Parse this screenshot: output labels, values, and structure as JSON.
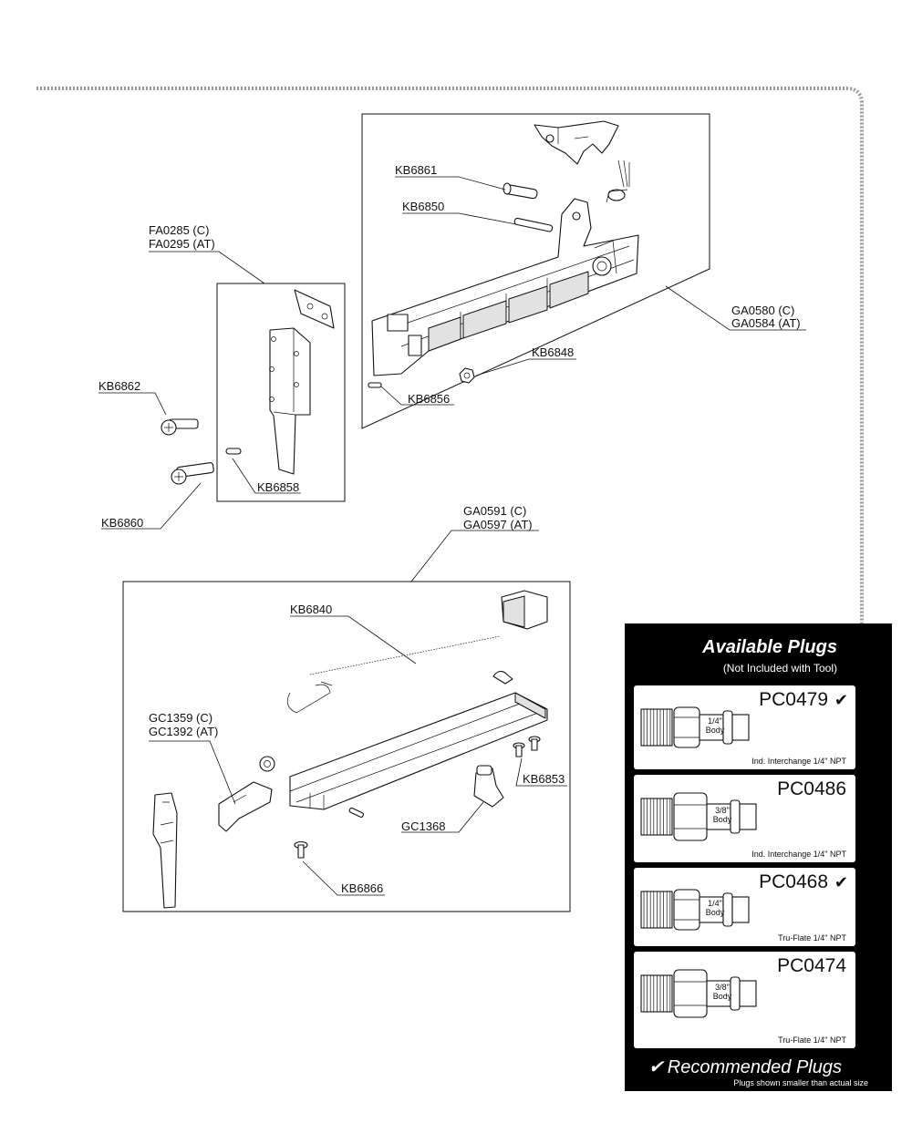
{
  "labels": {
    "kb6861": "KB6861",
    "kb6850": "KB6850",
    "ga0580": "GA0580 (C)",
    "ga0584": "GA0584 (AT)",
    "kb6848": "KB6848",
    "kb6856": "KB6856",
    "fa0285": "FA0285 (C)",
    "fa0295": "FA0295 (AT)",
    "kb6862": "KB6862",
    "kb6858": "KB6858",
    "kb6860": "KB6860",
    "ga0591": "GA0591 (C)",
    "ga0597": "GA0597 (AT)",
    "kb6840": "KB6840",
    "gc1359": "GC1359 (C)",
    "gc1392": "GC1392 (AT)",
    "kb6853": "KB6853",
    "gc1368": "GC1368",
    "kb6866": "KB6866"
  },
  "plugs": {
    "title": "Available Plugs",
    "subtitle": "(Not Included with Tool)",
    "items": [
      {
        "code": "PC0479",
        "check": "✔",
        "body": "1/4\"",
        "body_word": "Body",
        "desc": "Ind. Interchange 1/4\" NPT"
      },
      {
        "code": "PC0486",
        "check": "",
        "body": "3/8\"",
        "body_word": "Body",
        "desc": "Ind. Interchange 1/4\" NPT"
      },
      {
        "code": "PC0468",
        "check": "✔",
        "body": "1/4\"",
        "body_word": "Body",
        "desc": "Tru-Flate 1/4\" NPT"
      },
      {
        "code": "PC0474",
        "check": "",
        "body": "3/8\"",
        "body_word": "Body",
        "desc": "Tru-Flate 1/4\" NPT"
      }
    ],
    "recommended_mark": "✔",
    "recommended": "Recommended Plugs",
    "footnote": "Plugs shown smaller than actual size"
  }
}
